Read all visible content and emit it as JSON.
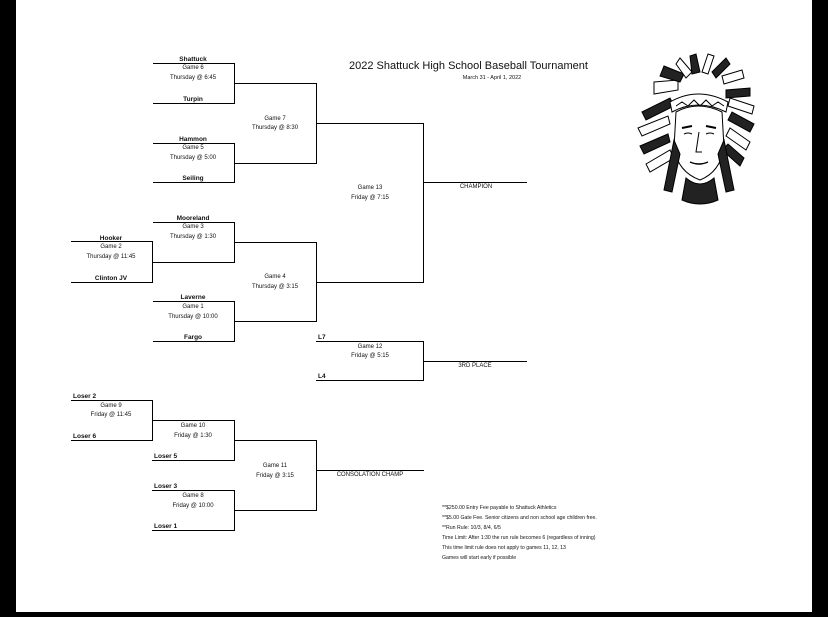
{
  "title": "2022 Shattuck High School Baseball Tournament",
  "dates": "March 31 - April 1, 2022",
  "teams": {
    "shattuck": "Shattuck",
    "turpin": "Turpin",
    "hammon": "Hammon",
    "seiling": "Seiling",
    "mooreland": "Mooreland",
    "hooker": "Hooker",
    "clinton": "Clinton JV",
    "laverne": "Laverne",
    "fargo": "Fargo"
  },
  "slots": {
    "l7": "L7",
    "l4": "L4",
    "loser2": "Loser 2",
    "loser6": "Loser 6",
    "loser5": "Loser 5",
    "loser3": "Loser 3",
    "loser1": "Loser 1"
  },
  "games": {
    "g6": {
      "name": "Game 6",
      "time": "Thursday @ 6:45"
    },
    "g7": {
      "name": "Game 7",
      "time": "Thursday @ 8:30"
    },
    "g5": {
      "name": "Game 5",
      "time": "Thursday @ 5:00"
    },
    "g13": {
      "name": "Game 13",
      "time": "Friday @ 7:15"
    },
    "g3": {
      "name": "Game 3",
      "time": "Thursday @ 1:30"
    },
    "g2": {
      "name": "Game 2",
      "time": "Thursday @ 11:45"
    },
    "g4": {
      "name": "Game 4",
      "time": "Thursday @ 3:15"
    },
    "g1": {
      "name": "Game 1",
      "time": "Thursday @ 10:00"
    },
    "g12": {
      "name": "Game 12",
      "time": "Friday @ 5:15"
    },
    "g9": {
      "name": "Game 9",
      "time": "Friday @ 11:45"
    },
    "g10": {
      "name": "Game 10",
      "time": "Friday @ 1:30"
    },
    "g11": {
      "name": "Game 11",
      "time": "Friday @ 3:15"
    },
    "g8": {
      "name": "Game 8",
      "time": "Friday @ 10:00"
    }
  },
  "results": {
    "champion": "CHAMPION",
    "third": "3RD PLACE",
    "consolation": "CONSOLATION CHAMP"
  },
  "notes": [
    "**$250.00 Entry Fee payable to Shattuck Athletics",
    "**$5.00 Gate Fee. Senior citizens and non school age children free.",
    "**Run Rule: 10/3, 8/4, 6/5",
    "Time Limit: After 1:30 the run rule becomes 6 (regardless of inning)",
    "This time limit rule does not apply to games 11, 12, 13",
    "Games will start early if possible"
  ],
  "logo": {
    "icon": "indian-chief-headdress-logo"
  }
}
